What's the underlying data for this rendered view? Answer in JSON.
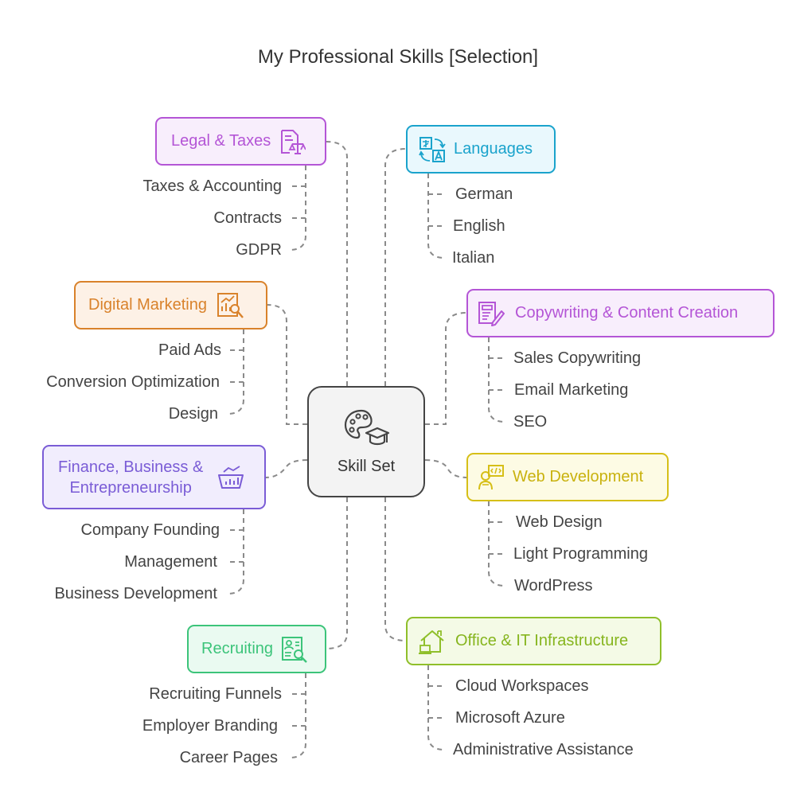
{
  "title": "My Professional Skills [Selection]",
  "center": {
    "label": "Skill Set",
    "icon": "palette-graduation-cap-icon"
  },
  "branches": {
    "legal": {
      "label": "Legal & Taxes",
      "icon": "document-scales-icon",
      "color": "#b455d6",
      "fill": "#f8eefc",
      "items": [
        "Taxes & Accounting",
        "Contracts",
        "GDPR"
      ]
    },
    "languages": {
      "label": "Languages",
      "icon": "translate-icon",
      "color": "#1aa3cc",
      "fill": "#e9f8fd",
      "items": [
        "German",
        "English",
        "Italian"
      ]
    },
    "marketing": {
      "label": "Digital Marketing",
      "icon": "chart-magnifier-icon",
      "color": "#d9822b",
      "fill": "#fdf1e6",
      "items": [
        "Paid Ads",
        "Conversion Optimization",
        "Design"
      ]
    },
    "copywriting": {
      "label": "Copywriting & Content Creation",
      "icon": "document-pen-icon",
      "color": "#b455d6",
      "fill": "#f8eefc",
      "items": [
        "Sales Copywriting",
        "Email Marketing",
        "SEO"
      ]
    },
    "finance": {
      "label_line1": "Finance, Business &",
      "label_line2": "Entrepreneurship",
      "icon": "basket-chart-icon",
      "color": "#7a5cd6",
      "fill": "#f1edfd",
      "items": [
        "Company Founding",
        "Management",
        "Business Development"
      ]
    },
    "web": {
      "label": "Web Development",
      "icon": "developer-code-icon",
      "color": "#d6bf17",
      "fill": "#fdfbe4",
      "items": [
        "Web Design",
        "Light Programming",
        "WordPress"
      ]
    },
    "recruiting": {
      "label": "Recruiting",
      "icon": "resume-search-icon",
      "color": "#3cc47a",
      "fill": "#eafaf1",
      "items": [
        "Recruiting Funnels",
        "Employer Branding",
        "Career Pages"
      ]
    },
    "office": {
      "label": "Office & IT Infrastructure",
      "icon": "house-laptop-icon",
      "color": "#8fbf2a",
      "fill": "#f4fae6",
      "items": [
        "Cloud Workspaces",
        "Microsoft Azure",
        "Administrative Assistance"
      ]
    }
  }
}
